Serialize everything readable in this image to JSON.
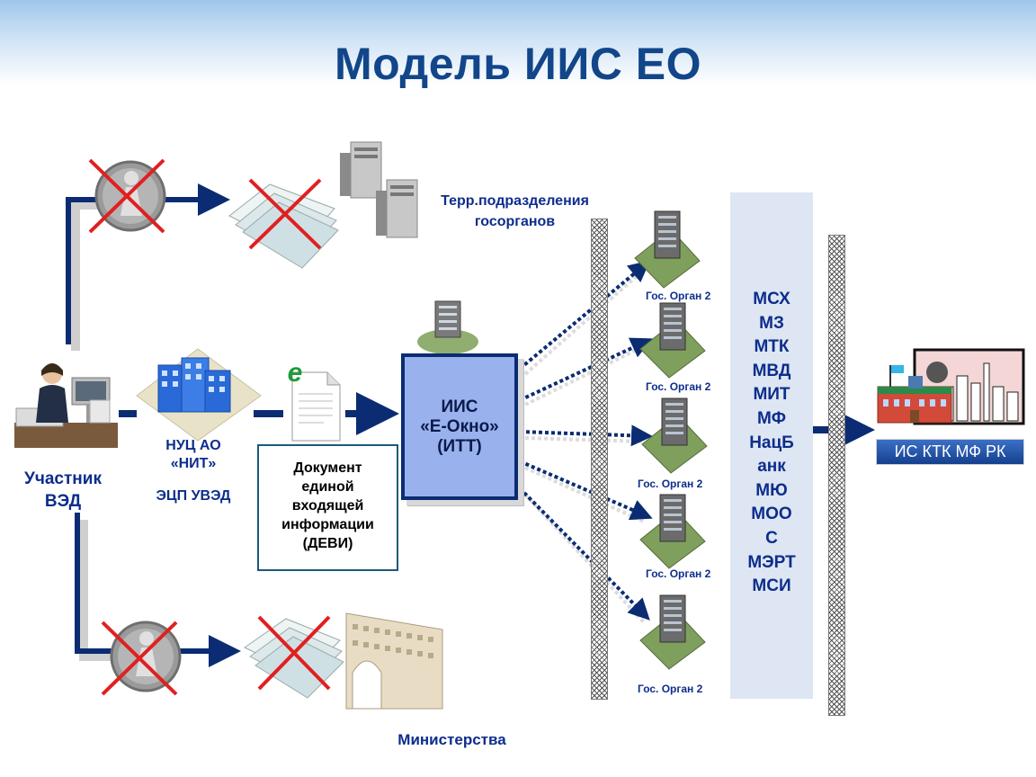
{
  "title": "Модель ИИС ЕО",
  "participant": {
    "line1": "Участник",
    "line2": "ВЭД"
  },
  "nuc": {
    "line1": "НУЦ АО",
    "line2": "«НИТ»",
    "eds": "ЭЦП УВЭД"
  },
  "e_letter": "e",
  "devi": {
    "lines": [
      "Документ",
      "единой",
      "входящей",
      "информации",
      "(ДЕВИ)"
    ]
  },
  "iis": {
    "lines": [
      "ИИС",
      "«Е-Окно»",
      "(ИТТ)"
    ]
  },
  "terr": {
    "line1": "Терр.подразделения",
    "line2": "госорганов"
  },
  "ministries": "Министерства",
  "gov_bodies": [
    "Гос. Орган 2",
    "Гос. Орган 2",
    "Гос. Орган 2",
    "Гос. Орган 2",
    "Гос. Орган 2"
  ],
  "agencies": [
    "МСХ",
    "МЗ",
    "МТК",
    "МВД",
    "МИТ",
    "МФ",
    "НацБ",
    "анк",
    "МЮ",
    "МОО",
    "С",
    "МЭРТ",
    "МСИ"
  ],
  "ktk": "ИС КТК МФ РК",
  "colors": {
    "title": "#12468a",
    "label": "#0d2d8c",
    "arrow": "#0b2c72",
    "iis_fill": "#99b2ee",
    "cross": "#e02020"
  }
}
